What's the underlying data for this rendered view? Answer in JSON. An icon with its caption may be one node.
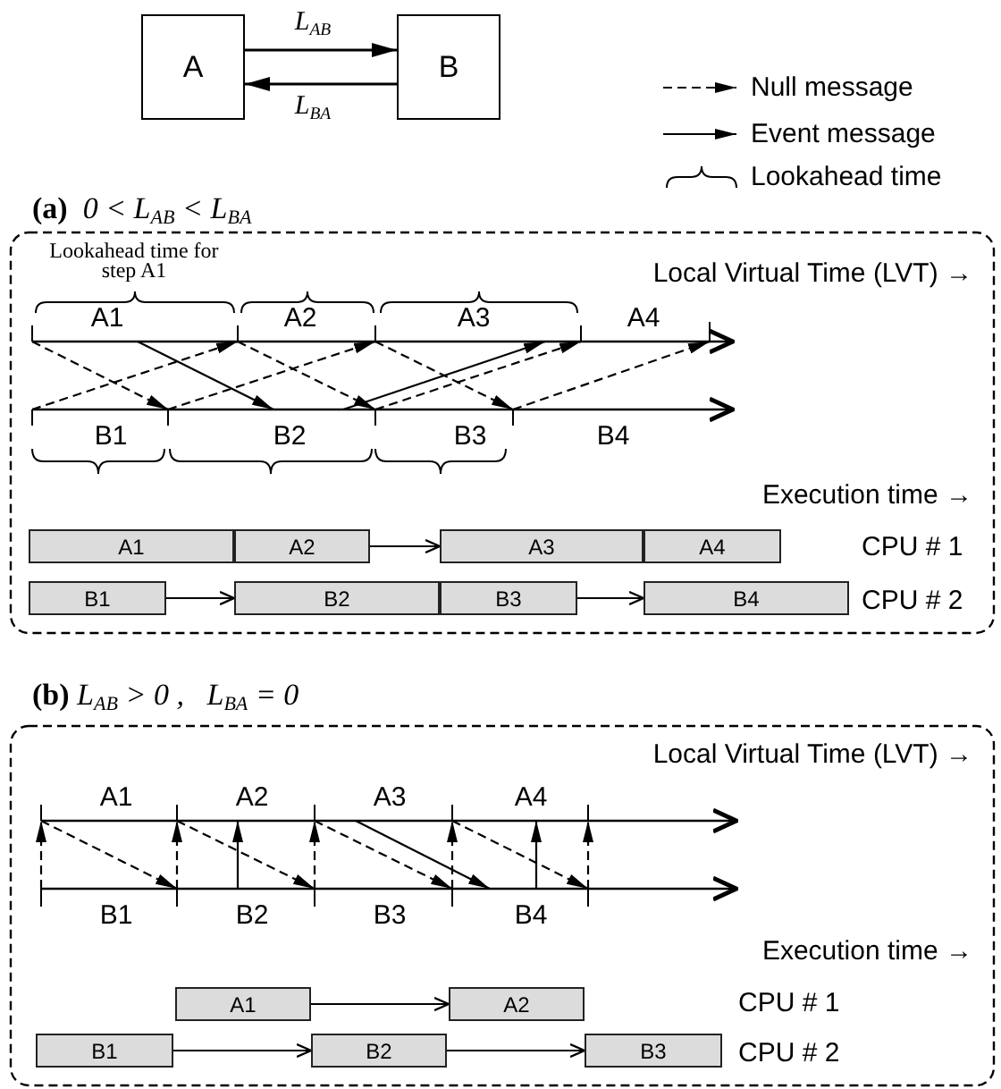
{
  "diagram": {
    "nodes": [
      {
        "text": [
          "A"
        ]
      },
      {
        "text": [
          "B"
        ]
      },
      {
        "text": [
          "**(a)**  0 < L$_{AB}$ < L$_{BA}$"
        ]
      },
      {
        "text": [
          "A1"
        ],
        "in": 2
      },
      {
        "text": [
          "A2"
        ],
        "in": 2
      },
      {
        "text": [
          "A3"
        ],
        "in": 2
      },
      {
        "text": [
          "A4"
        ],
        "in": 2
      },
      {
        "text": [
          "B1"
        ],
        "in": 2
      },
      {
        "text": [
          "B2"
        ],
        "in": 2
      },
      {
        "text": [
          "B3"
        ],
        "in": 2
      },
      {
        "text": [
          "B4"
        ],
        "in": 2
      },
      {
        "text": [
          "**(b)** L$_{AB}$ > 0 ,   L$_{BA}$ = 0"
        ]
      },
      {
        "text": [
          "A1"
        ],
        "in": 11
      },
      {
        "text": [
          "A2"
        ],
        "in": 11
      },
      {
        "text": [
          "B1"
        ],
        "in": 11
      },
      {
        "text": [
          "B2"
        ],
        "in": 11
      },
      {
        "text": [
          "B3"
        ],
        "in": 11
      }
    ],
    "edges": [
      {
        "from": 0,
        "to": 1,
        "arrow": "to",
        "label": "L$_{AB}$"
      },
      {
        "from": 1,
        "to": 0,
        "arrow": "to",
        "label": "L$_{BA}$"
      },
      {
        "from": 4,
        "to": 5,
        "arrow": "to"
      },
      {
        "from": 7,
        "to": 8,
        "arrow": "to"
      },
      {
        "from": 9,
        "to": 10,
        "arrow": "to"
      },
      {
        "from": 12,
        "to": 13,
        "arrow": "to"
      },
      {
        "from": 14,
        "to": 15,
        "arrow": "to"
      },
      {
        "from": 15,
        "to": 16,
        "arrow": "to"
      }
    ],
    "labels": [
      "Lookahead time for step A1",
      "Local Virtual Time (LVT) →",
      "A1",
      "A2",
      "A3",
      "A4",
      "B1",
      "B2",
      "B3",
      "B4",
      "Execution time →",
      "CPU # 1",
      "CPU # 2",
      "Local Virtual Time (LVT) →",
      "A1",
      "A2",
      "A3",
      "A4",
      "B1",
      "B2",
      "B3",
      "B4",
      "Execution time →",
      "CPU # 1",
      "CPU # 2"
    ],
    "legend": [
      {
        "text": "Null message"
      },
      {
        "text": "Event message"
      },
      {
        "text": "Lookahead time"
      }
    ]
  }
}
